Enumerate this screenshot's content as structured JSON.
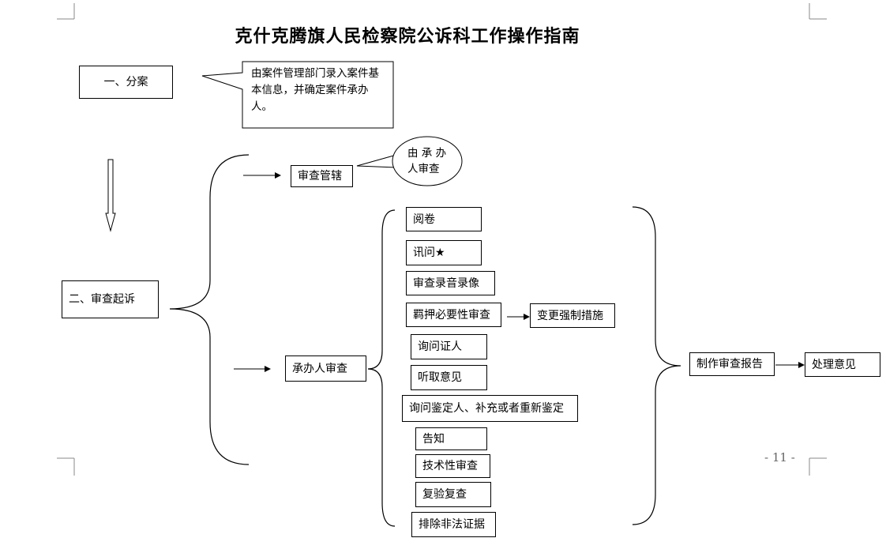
{
  "title": "克什克腾旗人民检察院公诉科工作操作指南",
  "page_number": "- 11 -",
  "stage1": {
    "label": "一、分案",
    "note": "由案件管理部门录入案件基本信息，并确定案件承办人。"
  },
  "stage2": {
    "label": "二、审查起诉",
    "jurisdiction": {
      "label": "审查管辖",
      "note_line1": "由 承 办",
      "note_line2": "人审查"
    },
    "handler_review": {
      "label": "承办人审查",
      "steps": [
        "阅卷",
        "讯问★",
        "审查录音录像",
        "羁押必要性审查",
        "询问证人",
        "听取意见",
        "询问鉴定人、补充或者重新鉴定",
        "告知",
        "技术性审查",
        "复验复查",
        "排除非法证据"
      ],
      "custody_followup": "变更强制措施"
    },
    "report": "制作审查报告",
    "result": "处理意见"
  }
}
